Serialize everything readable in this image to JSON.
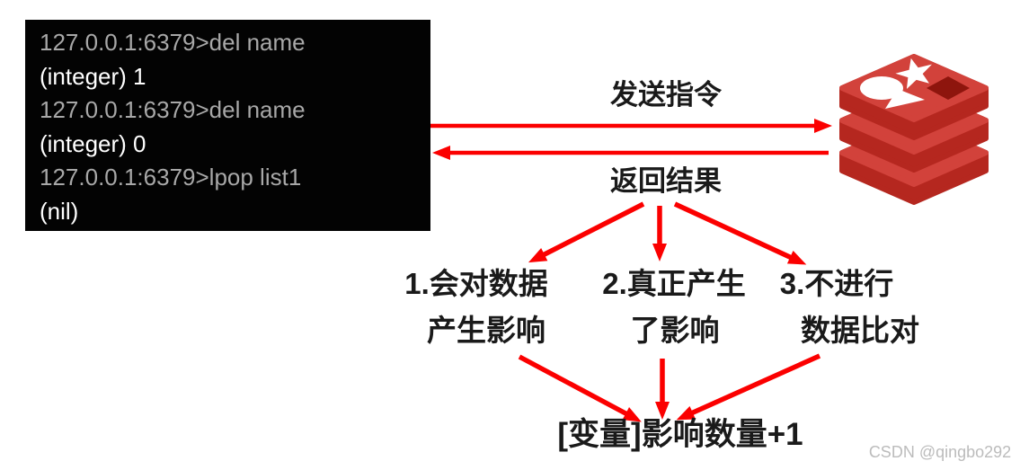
{
  "terminal": {
    "lines": [
      {
        "text": "127.0.0.1:6379>del name",
        "type": "prompt"
      },
      {
        "text": "(integer) 1",
        "type": "result"
      },
      {
        "text": "127.0.0.1:6379>del name",
        "type": "prompt"
      },
      {
        "text": "(integer) 0",
        "type": "result"
      },
      {
        "text": "127.0.0.1:6379>lpop list1",
        "type": "prompt"
      },
      {
        "text": "(nil)",
        "type": "result"
      }
    ]
  },
  "flow": {
    "send_label": "发送指令",
    "return_label": "返回结果",
    "reasons": [
      {
        "num_line": "1.会对数据",
        "sub_line": "产生影响"
      },
      {
        "num_line": "2.真正产生",
        "sub_line": "了影响"
      },
      {
        "num_line": "3.不进行",
        "sub_line": "数据比对"
      }
    ],
    "result_label": "[变量]影响数量+1"
  },
  "watermark": "CSDN @qingbo292",
  "icons": {
    "redis": "redis-database-icon"
  },
  "colors": {
    "arrow": "#fb0000",
    "label_text": "#1a1a1a",
    "terminal_bg": "#030303",
    "terminal_prompt": "#a8a8a8",
    "terminal_result": "#ffffff",
    "redis_top": "#d2423b",
    "redis_side": "#b5271f",
    "redis_hole": "#8e150d",
    "watermark": "#bcbcbc",
    "page_bg": "#ffffff"
  }
}
